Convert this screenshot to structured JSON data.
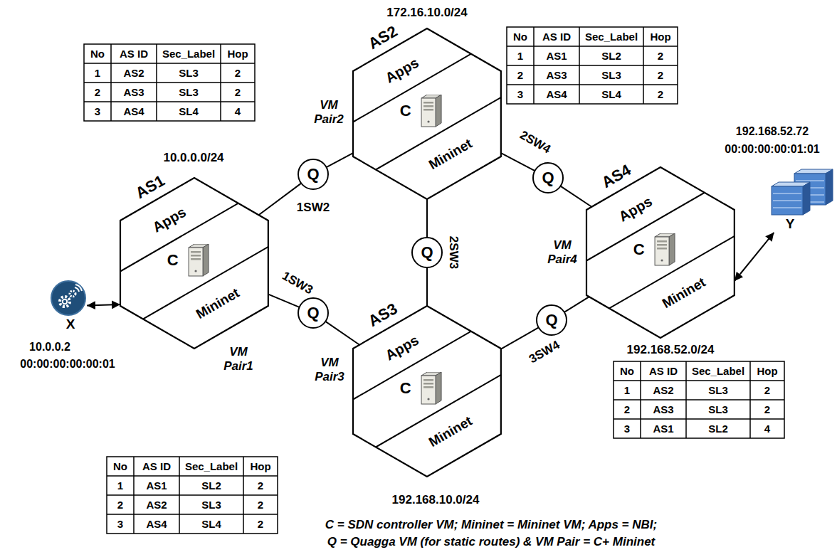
{
  "diagram": {
    "nodes": [
      {
        "text": [
          "AS1"
        ]
      },
      {
        "text": [
          "Apps"
        ],
        "in": 0
      },
      {
        "text": [
          "C"
        ],
        "in": 0
      },
      {
        "text": [
          "Mininet"
        ],
        "in": 0
      },
      {
        "text": [
          "AS2"
        ]
      },
      {
        "text": [
          "Apps"
        ],
        "in": 4
      },
      {
        "text": [
          "C"
        ],
        "in": 4
      },
      {
        "text": [
          "Mininet"
        ],
        "in": 4
      },
      {
        "text": [
          "AS3"
        ]
      },
      {
        "text": [
          "Apps"
        ],
        "in": 8
      },
      {
        "text": [
          "C"
        ],
        "in": 8
      },
      {
        "text": [
          "Mininet"
        ],
        "in": 8
      },
      {
        "text": [
          "AS4"
        ]
      },
      {
        "text": [
          "Apps"
        ],
        "in": 12
      },
      {
        "text": [
          "C"
        ],
        "in": 12
      },
      {
        "text": [
          "Mininet"
        ],
        "in": 12
      },
      {
        "text": [
          "Q"
        ]
      },
      {
        "text": [
          "Q"
        ]
      },
      {
        "text": [
          "Q"
        ]
      },
      {
        "text": [
          "Q"
        ]
      },
      {
        "text": [
          "Q"
        ]
      },
      {
        "text": [
          "X"
        ]
      },
      {
        "text": [
          "Y"
        ]
      }
    ],
    "edges": [
      {
        "from": 0,
        "to": 16,
        "arrow": "none"
      },
      {
        "from": 16,
        "to": 4,
        "arrow": "none"
      },
      {
        "from": 0,
        "to": 17,
        "arrow": "none"
      },
      {
        "from": 17,
        "to": 8,
        "arrow": "none"
      },
      {
        "from": 4,
        "to": 18,
        "arrow": "none"
      },
      {
        "from": 18,
        "to": 8,
        "arrow": "none"
      },
      {
        "from": 4,
        "to": 19,
        "arrow": "none"
      },
      {
        "from": 19,
        "to": 12,
        "arrow": "none"
      },
      {
        "from": 8,
        "to": 20,
        "arrow": "none"
      },
      {
        "from": 20,
        "to": 12,
        "arrow": "none"
      },
      {
        "from": 21,
        "to": 0,
        "arrow": "both"
      },
      {
        "from": 22,
        "to": 15,
        "arrow": "both"
      }
    ],
    "labels": [
      "No",
      "AS ID",
      "Sec_Label",
      "Hop",
      "1",
      "AS2",
      "SL3",
      "2",
      "2",
      "AS3",
      "SL3",
      "2",
      "3",
      "AS4",
      "SL4",
      "4",
      "10.0.0.0/24",
      "No",
      "AS ID",
      "Sec_Label",
      "Hop",
      "1",
      "AS1",
      "SL2",
      "2",
      "2",
      "AS3",
      "SL3",
      "2",
      "3",
      "AS4",
      "SL4",
      "2",
      "172.16.10.0/24",
      "No",
      "AS ID",
      "Sec_Label",
      "Hop",
      "1",
      "AS1",
      "SL2",
      "2",
      "2",
      "AS2",
      "SL3",
      "2",
      "3",
      "AS4",
      "SL4",
      "2",
      "192.168.10.0/24",
      "No",
      "AS ID",
      "Sec_Label",
      "Hop",
      "1",
      "AS2",
      "SL3",
      "2",
      "2",
      "AS3",
      "SL3",
      "2",
      "3",
      "AS1",
      "SL2",
      "4",
      "192.168.52.0/24",
      "VM Pair1",
      "VM Pair2",
      "VM Pair3",
      "VM Pair4",
      "1SW2",
      "1SW3",
      "2SW3",
      "2SW4",
      "3SW4",
      "10.0.0.2",
      "00:00:00:00:00:01",
      "192.168.52.72",
      "00:00:00:00:01:01",
      "C = SDN controller VM; Mininet = Mininet VM; Apps = NBI;",
      "Q = Quagga VM (for static routes) & VM Pair = C+ Mininet"
    ]
  }
}
